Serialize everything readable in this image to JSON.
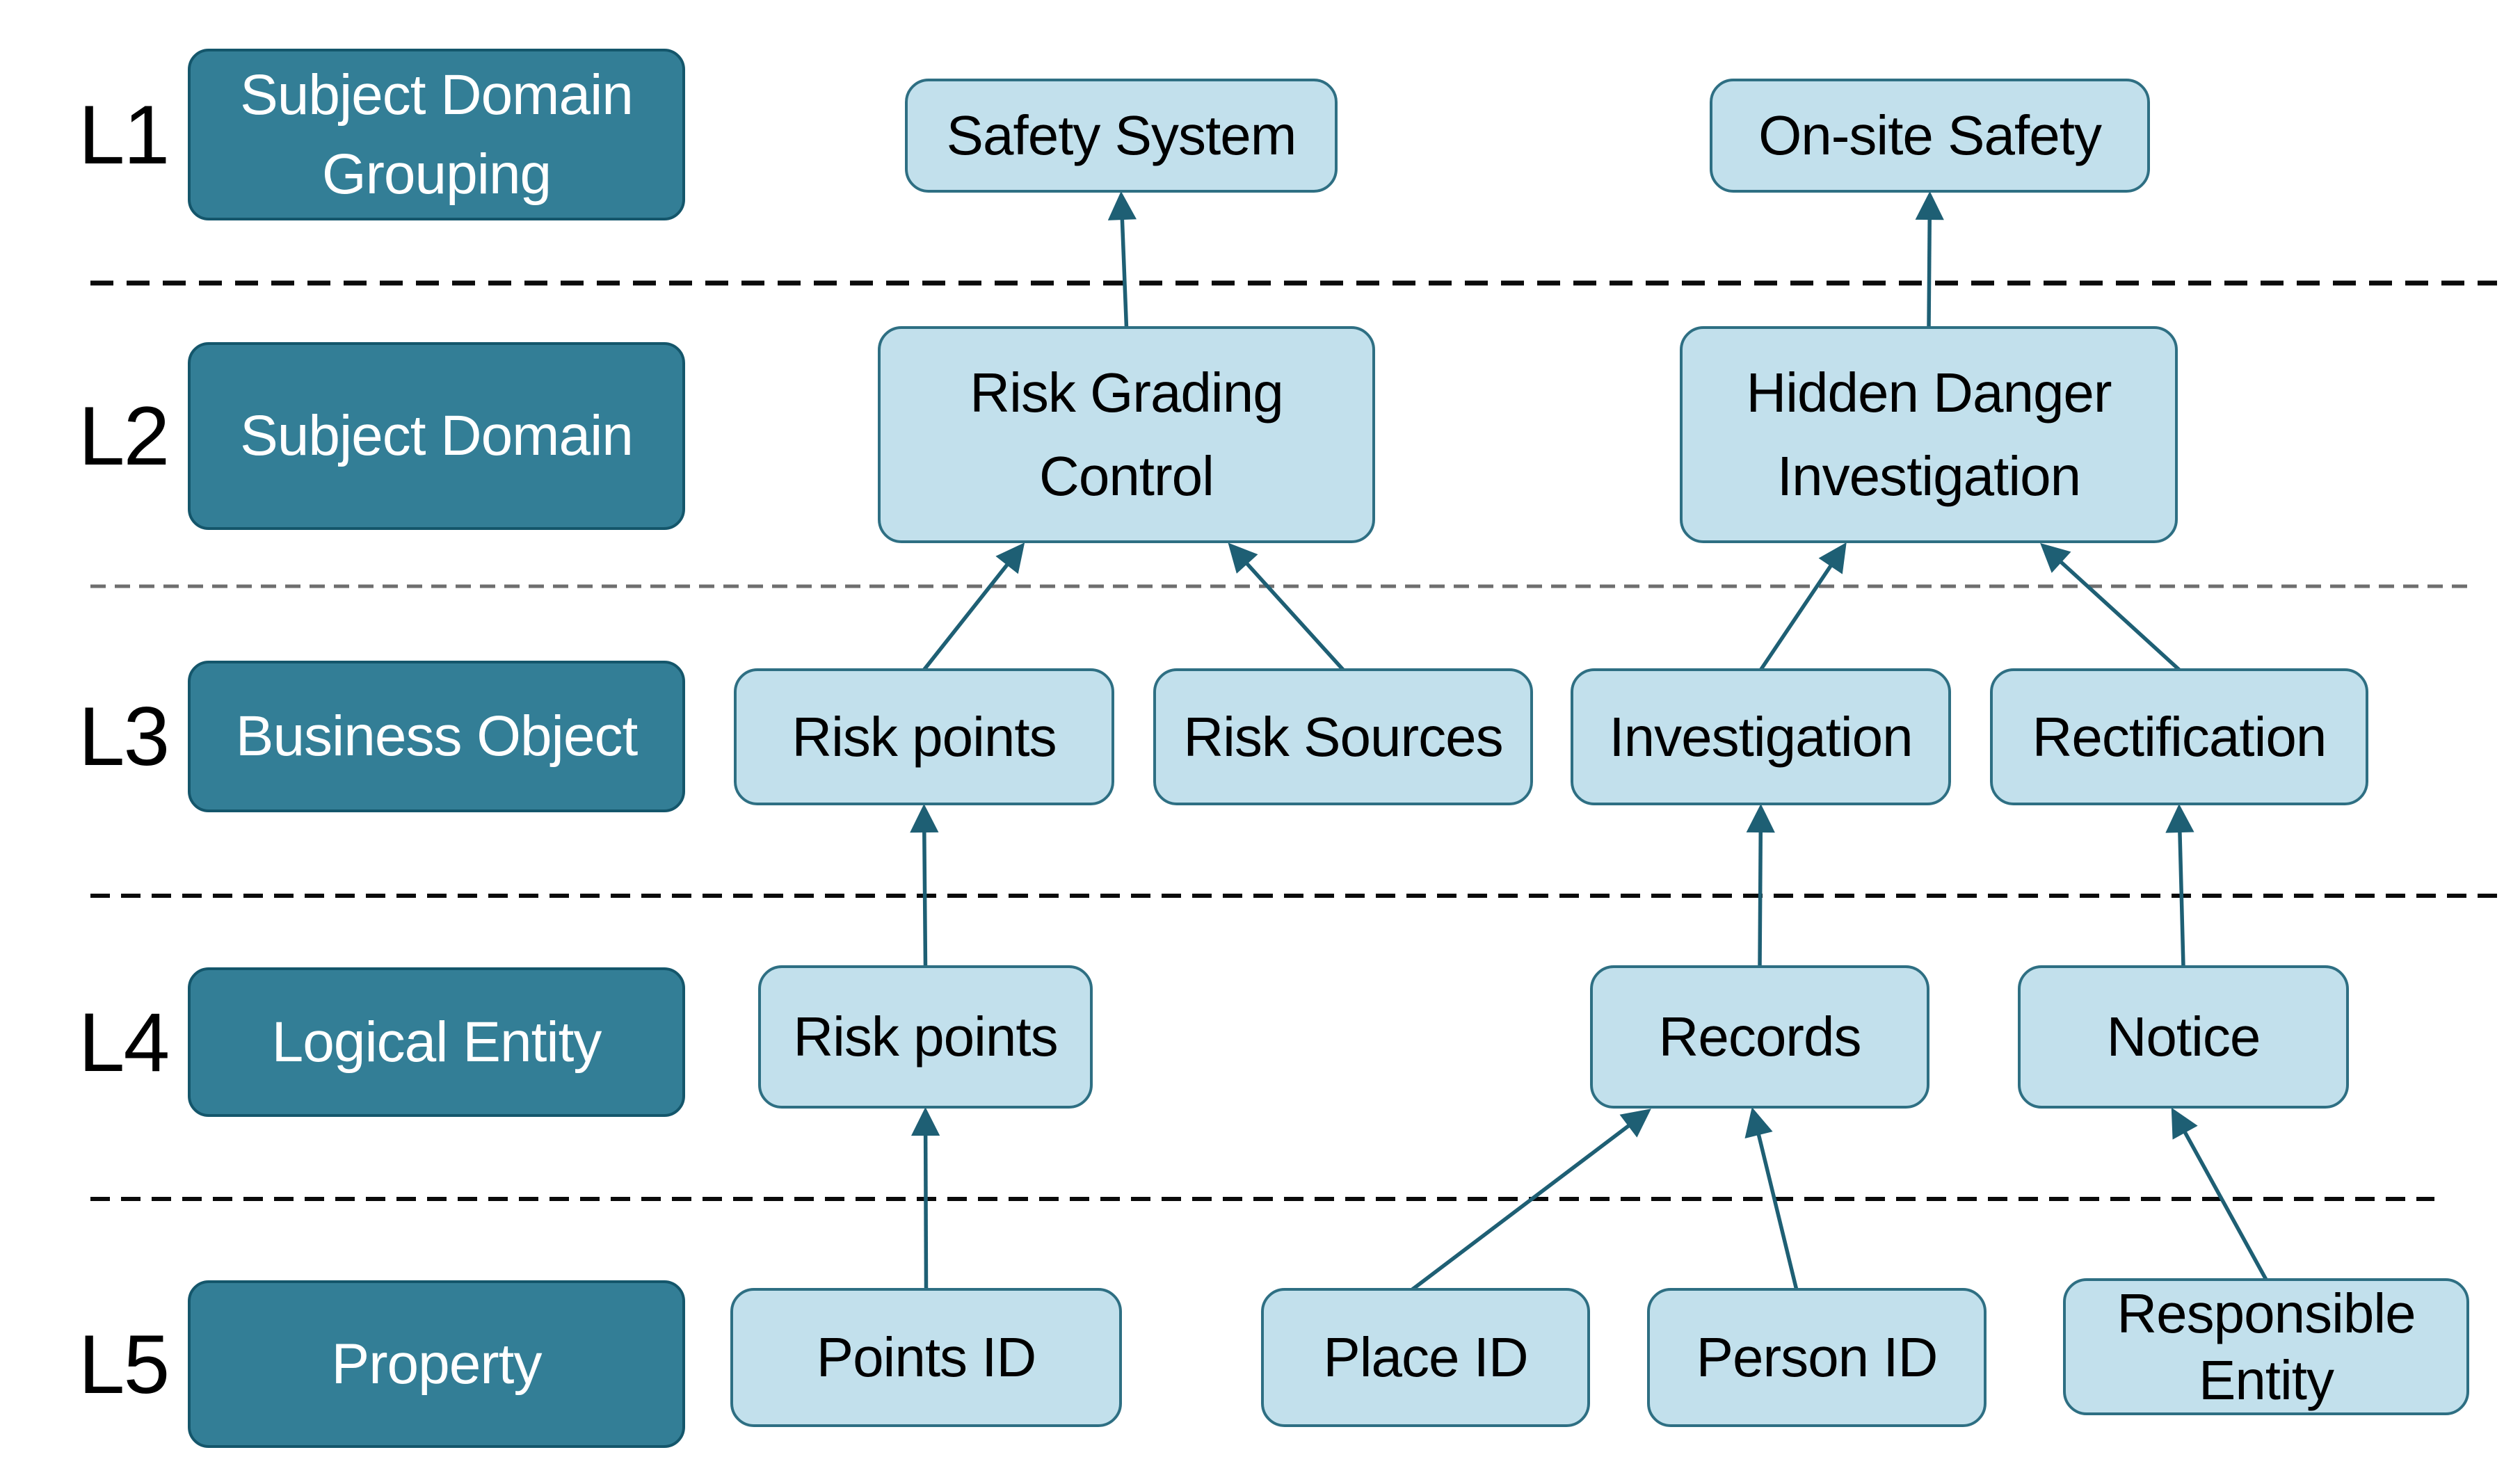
{
  "colors": {
    "level_box_fill": "#337E96",
    "level_box_border": "#14566B",
    "level_box_text": "#ffffff",
    "entity_fill": "#C2E0EC",
    "entity_border": "#2E6F83",
    "entity_text": "#000000",
    "arrow": "#1E5F74",
    "separator_black": "#0a0a0a",
    "separator_gray": "#6e6e6e",
    "level_tag_text": "#000000",
    "background": "#ffffff"
  },
  "levels": [
    {
      "tag": "L1",
      "name": "Subject Domain Grouping"
    },
    {
      "tag": "L2",
      "name": "Subject Domain"
    },
    {
      "tag": "L3",
      "name": "Business Object"
    },
    {
      "tag": "L4",
      "name": "Logical Entity"
    },
    {
      "tag": "L5",
      "name": "Property"
    }
  ],
  "entities": {
    "safety_system": {
      "label": "Safety System",
      "level": "L1"
    },
    "onsite_safety": {
      "label": "On-site Safety",
      "level": "L1"
    },
    "risk_grading_control": {
      "label": "Risk Grading Control",
      "level": "L2"
    },
    "hidden_danger_investigation": {
      "label": "Hidden Danger Investigation",
      "level": "L2"
    },
    "risk_points_business_object": {
      "label": "Risk points",
      "level": "L3"
    },
    "risk_sources": {
      "label": "Risk Sources",
      "level": "L3"
    },
    "investigation": {
      "label": "Investigation",
      "level": "L3"
    },
    "rectification": {
      "label": "Rectification",
      "level": "L3"
    },
    "risk_points_logical_entity": {
      "label": "Risk points",
      "level": "L4"
    },
    "records": {
      "label": "Records",
      "level": "L4"
    },
    "notice": {
      "label": "Notice",
      "level": "L4"
    },
    "points_id": {
      "label": "Points ID",
      "level": "L5"
    },
    "place_id": {
      "label": "Place ID",
      "level": "L5"
    },
    "person_id": {
      "label": "Person ID",
      "level": "L5"
    },
    "responsible_entity": {
      "label": "Responsible Entity",
      "level": "L5"
    }
  },
  "edges": [
    {
      "from": "risk_grading_control",
      "to": "safety_system"
    },
    {
      "from": "hidden_danger_investigation",
      "to": "onsite_safety"
    },
    {
      "from": "risk_points_business_object",
      "to": "risk_grading_control"
    },
    {
      "from": "risk_sources",
      "to": "risk_grading_control"
    },
    {
      "from": "investigation",
      "to": "hidden_danger_investigation"
    },
    {
      "from": "rectification",
      "to": "hidden_danger_investigation"
    },
    {
      "from": "risk_points_logical_entity",
      "to": "risk_points_business_object"
    },
    {
      "from": "records",
      "to": "investigation"
    },
    {
      "from": "notice",
      "to": "rectification"
    },
    {
      "from": "points_id",
      "to": "risk_points_logical_entity"
    },
    {
      "from": "place_id",
      "to": "records"
    },
    {
      "from": "person_id",
      "to": "records"
    },
    {
      "from": "responsible_entity",
      "to": "notice"
    }
  ]
}
